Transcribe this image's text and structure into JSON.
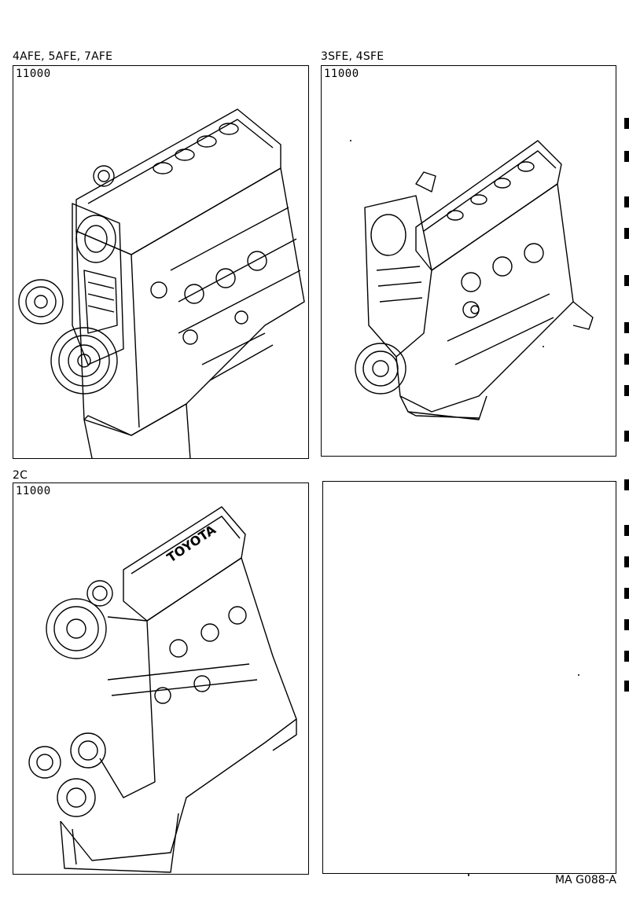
{
  "panels": [
    {
      "title": "4AFE, 5AFE, 7AFE",
      "part_no": "11000"
    },
    {
      "title": "3SFE, 4SFE",
      "part_no": "11000"
    },
    {
      "title": "2C",
      "part_no": "11000",
      "logo_text": "TOYOTA"
    },
    {
      "title": "",
      "part_no": ""
    }
  ],
  "footer": {
    "code": "MA G088-A"
  },
  "icons": [
    "engine-4afe-drawing",
    "engine-3sfe-drawing",
    "engine-2c-drawing"
  ]
}
